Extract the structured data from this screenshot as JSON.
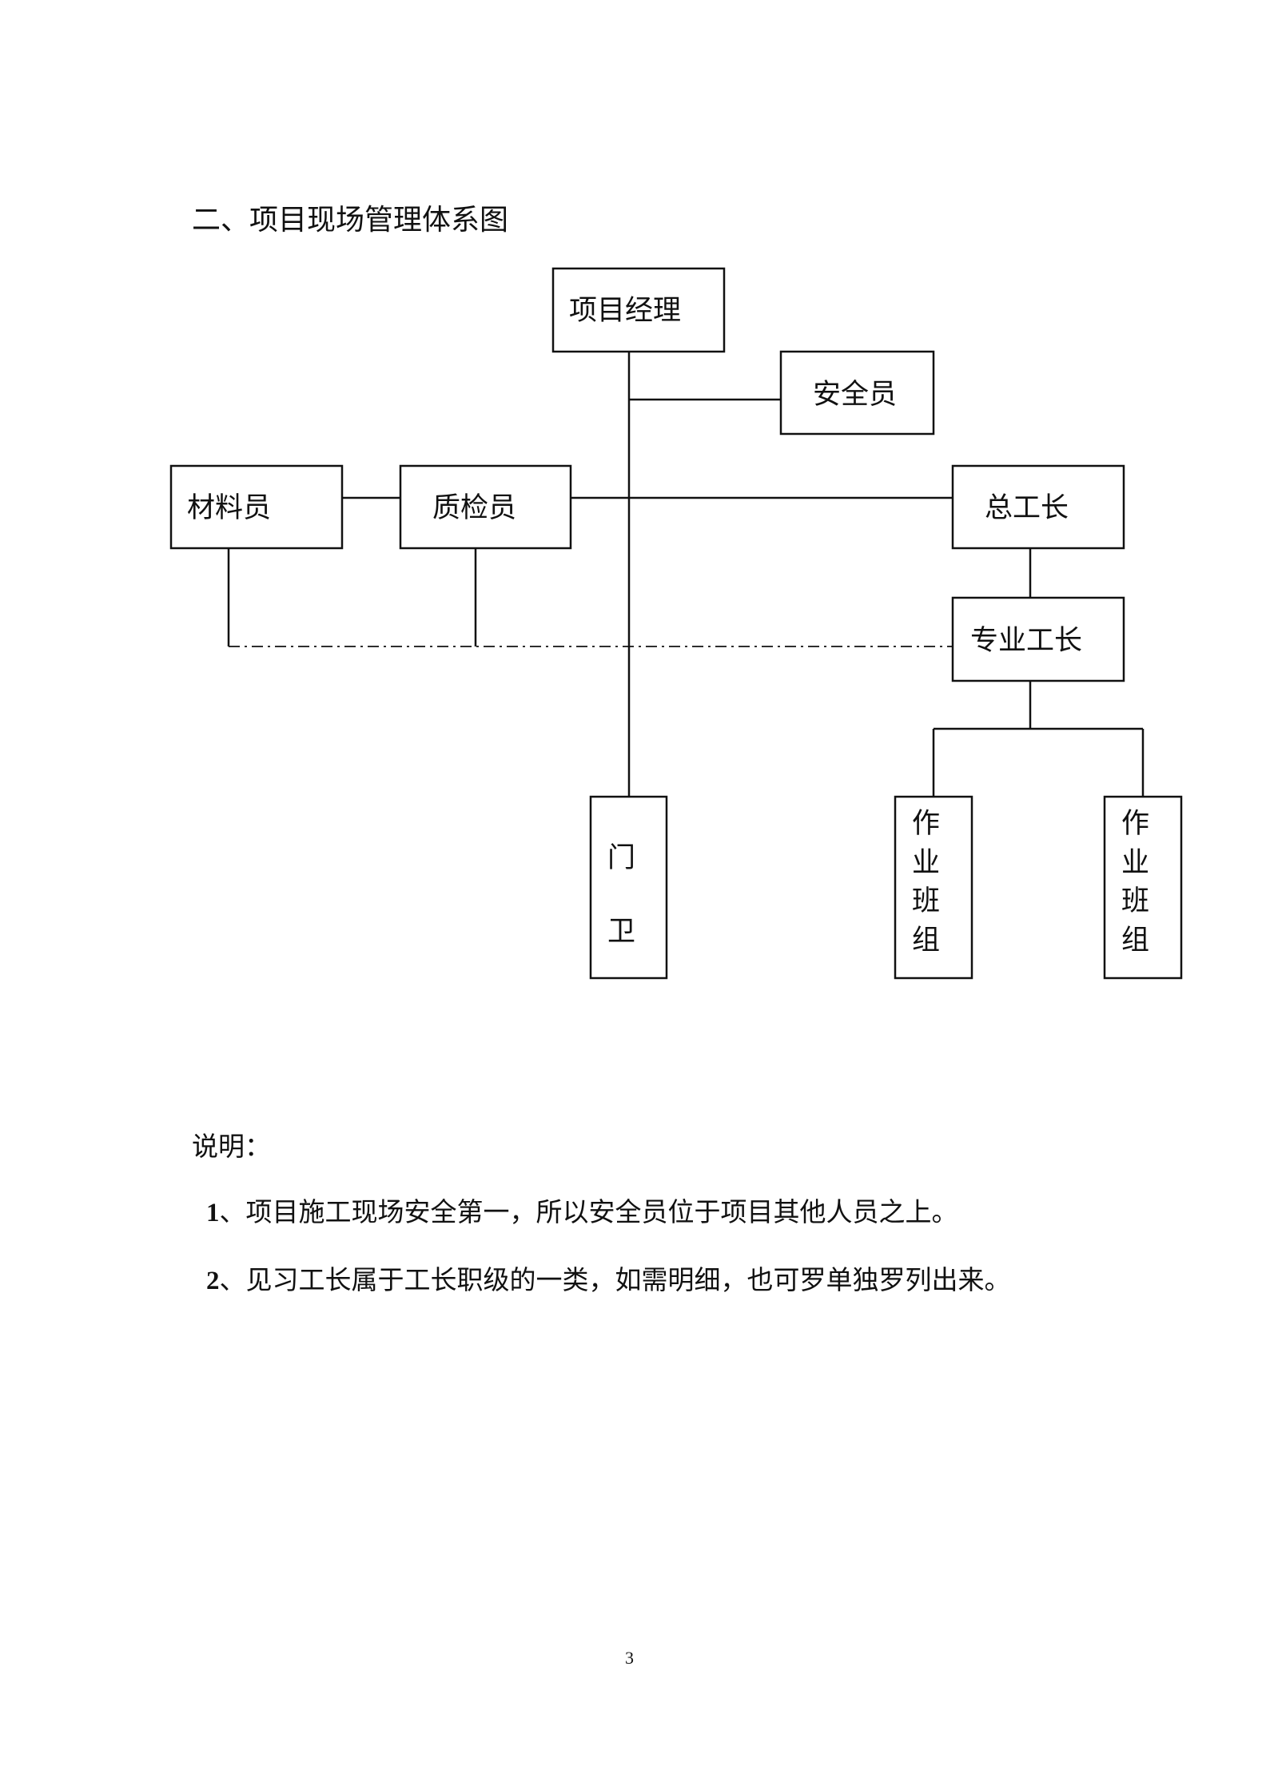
{
  "heading": "二、项目现场管理体系图",
  "diagram": {
    "nodes": {
      "manager": "项目经理",
      "safety": "安全员",
      "materials": "材料员",
      "qc": "质检员",
      "foreman": "总工长",
      "specialist": "专业工长",
      "gate": [
        "门",
        "卫"
      ],
      "team1": [
        "作",
        "业",
        "班",
        "组"
      ],
      "team2": [
        "作",
        "业",
        "班",
        "组"
      ]
    }
  },
  "notes": {
    "title": "说明：",
    "items": [
      {
        "num": "1",
        "text": "、项目施工现场安全第一，所以安全员位于项目其他人员之上。"
      },
      {
        "num": "2",
        "text": "、见习工长属于工长职级的一类，如需明细，也可罗单独罗列出来。"
      }
    ]
  },
  "page_number": "3"
}
